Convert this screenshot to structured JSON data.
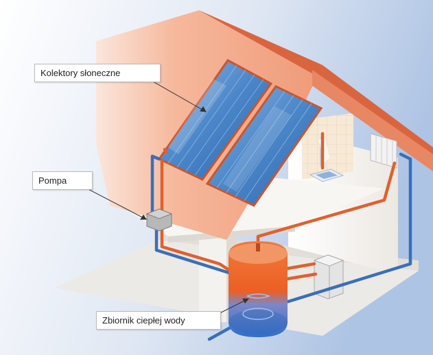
{
  "labels": {
    "collectors": "Kolektory słoneczne",
    "pump": "Pompa",
    "tank": "Zbiornik ciepłej wody"
  },
  "icons": [
    "solar-collector-icon",
    "pump-icon",
    "hot-water-tank-icon",
    "radiator-icon",
    "boiler-icon",
    "sink-icon"
  ],
  "colors": {
    "sky": "#b5c9e6",
    "roof": "#f0a58a",
    "roof_edge": "#d9653e",
    "panel": "#3f7fc4",
    "hot_pipe": "#e0602e",
    "cold_pipe": "#3a6fb8",
    "tank_hot": "#ee6a2a",
    "tank_cold": "#3d7fd0",
    "wall": "#f2ede6"
  }
}
